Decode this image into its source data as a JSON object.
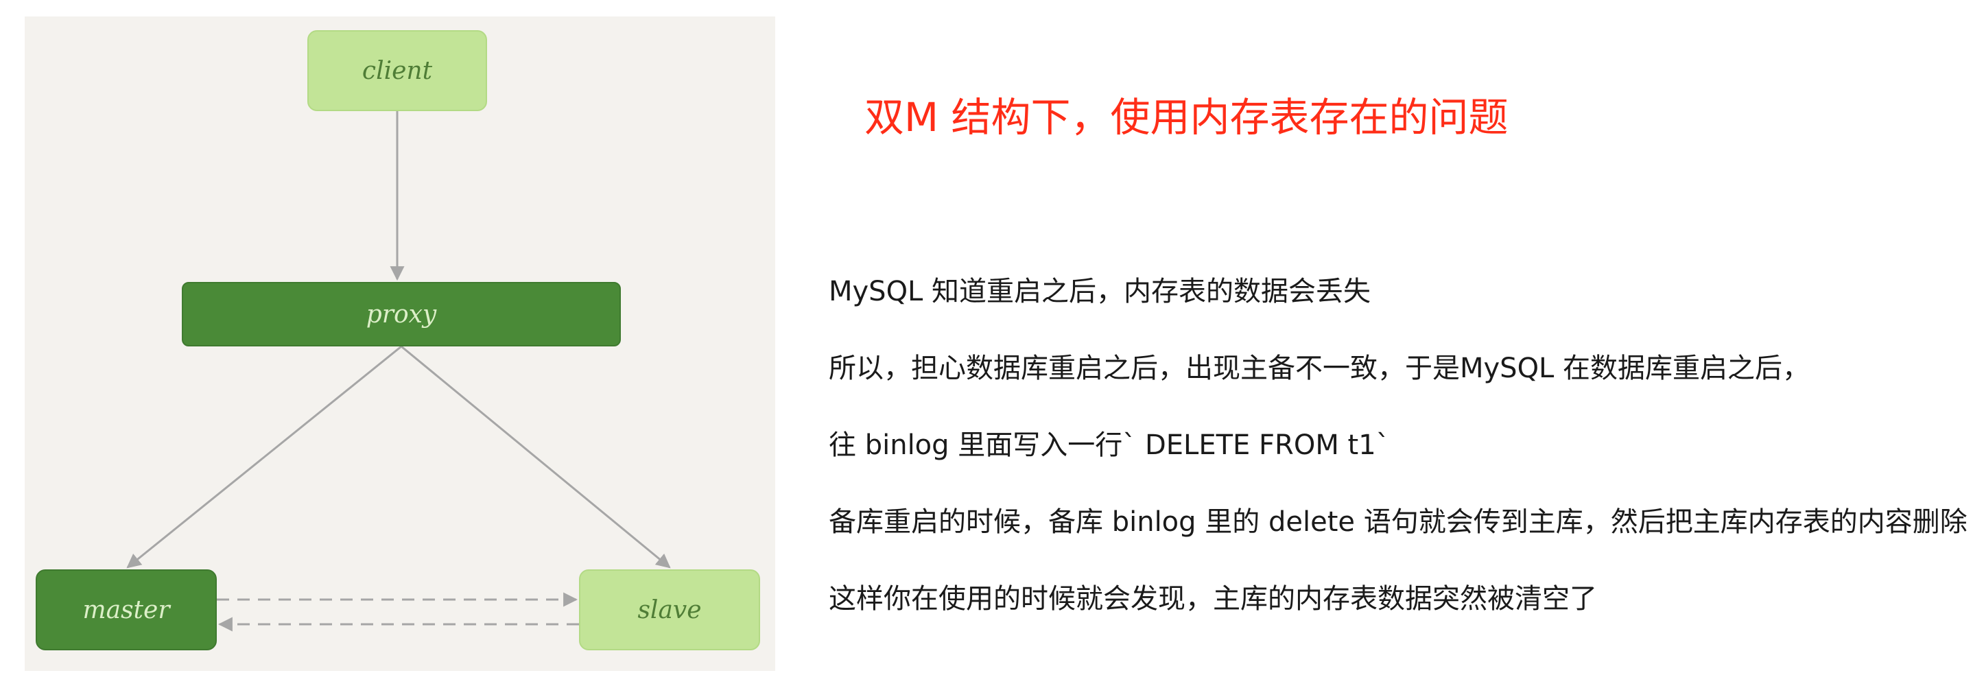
{
  "diagram": {
    "nodes": {
      "client": "client",
      "proxy": "proxy",
      "master": "master",
      "slave": "slave"
    },
    "colors": {
      "panel_bg": "#f4f2ee",
      "light_node": "#c2e497",
      "dark_node": "#4a8a37",
      "arrow": "#a6a6a6"
    }
  },
  "title": "双M 结构下，使用内存表存在的问题",
  "title_color": "#ff2d17",
  "lines": [
    "MySQL 知道重启之后，内存表的数据会丢失",
    "所以，担心数据库重启之后，出现主备不一致，于是MySQL 在数据库重启之后，",
    "往 binlog 里面写入一行` DELETE FROM t1`",
    "备库重启的时候，备库 binlog 里的 delete 语句就会传到主库，然后把主库内存表的内容删除",
    "这样你在使用的时候就会发现，主库的内存表数据突然被清空了"
  ]
}
